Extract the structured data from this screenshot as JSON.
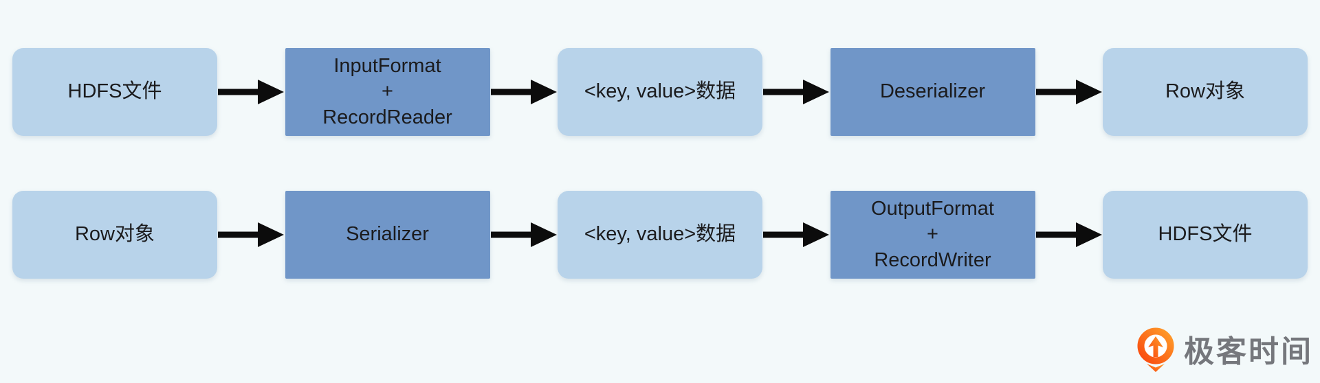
{
  "canvas": {
    "background": "#f3f9fa"
  },
  "colors": {
    "light_box": "#b8d3ea",
    "dark_box": "#7096c8",
    "arrow": "#0c0c0c",
    "text": "#1b1b1d",
    "logo_orange_dark": "#f9480e",
    "logo_orange_light": "#ff9d2a",
    "logo_text_gray": "#75777c"
  },
  "rows": [
    {
      "name": "read-deserialization-flow",
      "nodes": [
        {
          "label": "HDFS文件",
          "style": "light"
        },
        {
          "label": "InputFormat\n+\nRecordReader",
          "style": "dark"
        },
        {
          "label": "<key, value>数据",
          "style": "light"
        },
        {
          "label": "Deserializer",
          "style": "dark"
        },
        {
          "label": "Row对象",
          "style": "light"
        }
      ]
    },
    {
      "name": "write-serialization-flow",
      "nodes": [
        {
          "label": "Row对象",
          "style": "light"
        },
        {
          "label": "Serializer",
          "style": "dark"
        },
        {
          "label": "<key, value>数据",
          "style": "light"
        },
        {
          "label": "OutputFormat\n+\nRecordWriter",
          "style": "dark"
        },
        {
          "label": "HDFS文件",
          "style": "light"
        }
      ]
    }
  ],
  "branding": {
    "logo_text": "极客时间",
    "logo_icon": "geektime-logo"
  }
}
